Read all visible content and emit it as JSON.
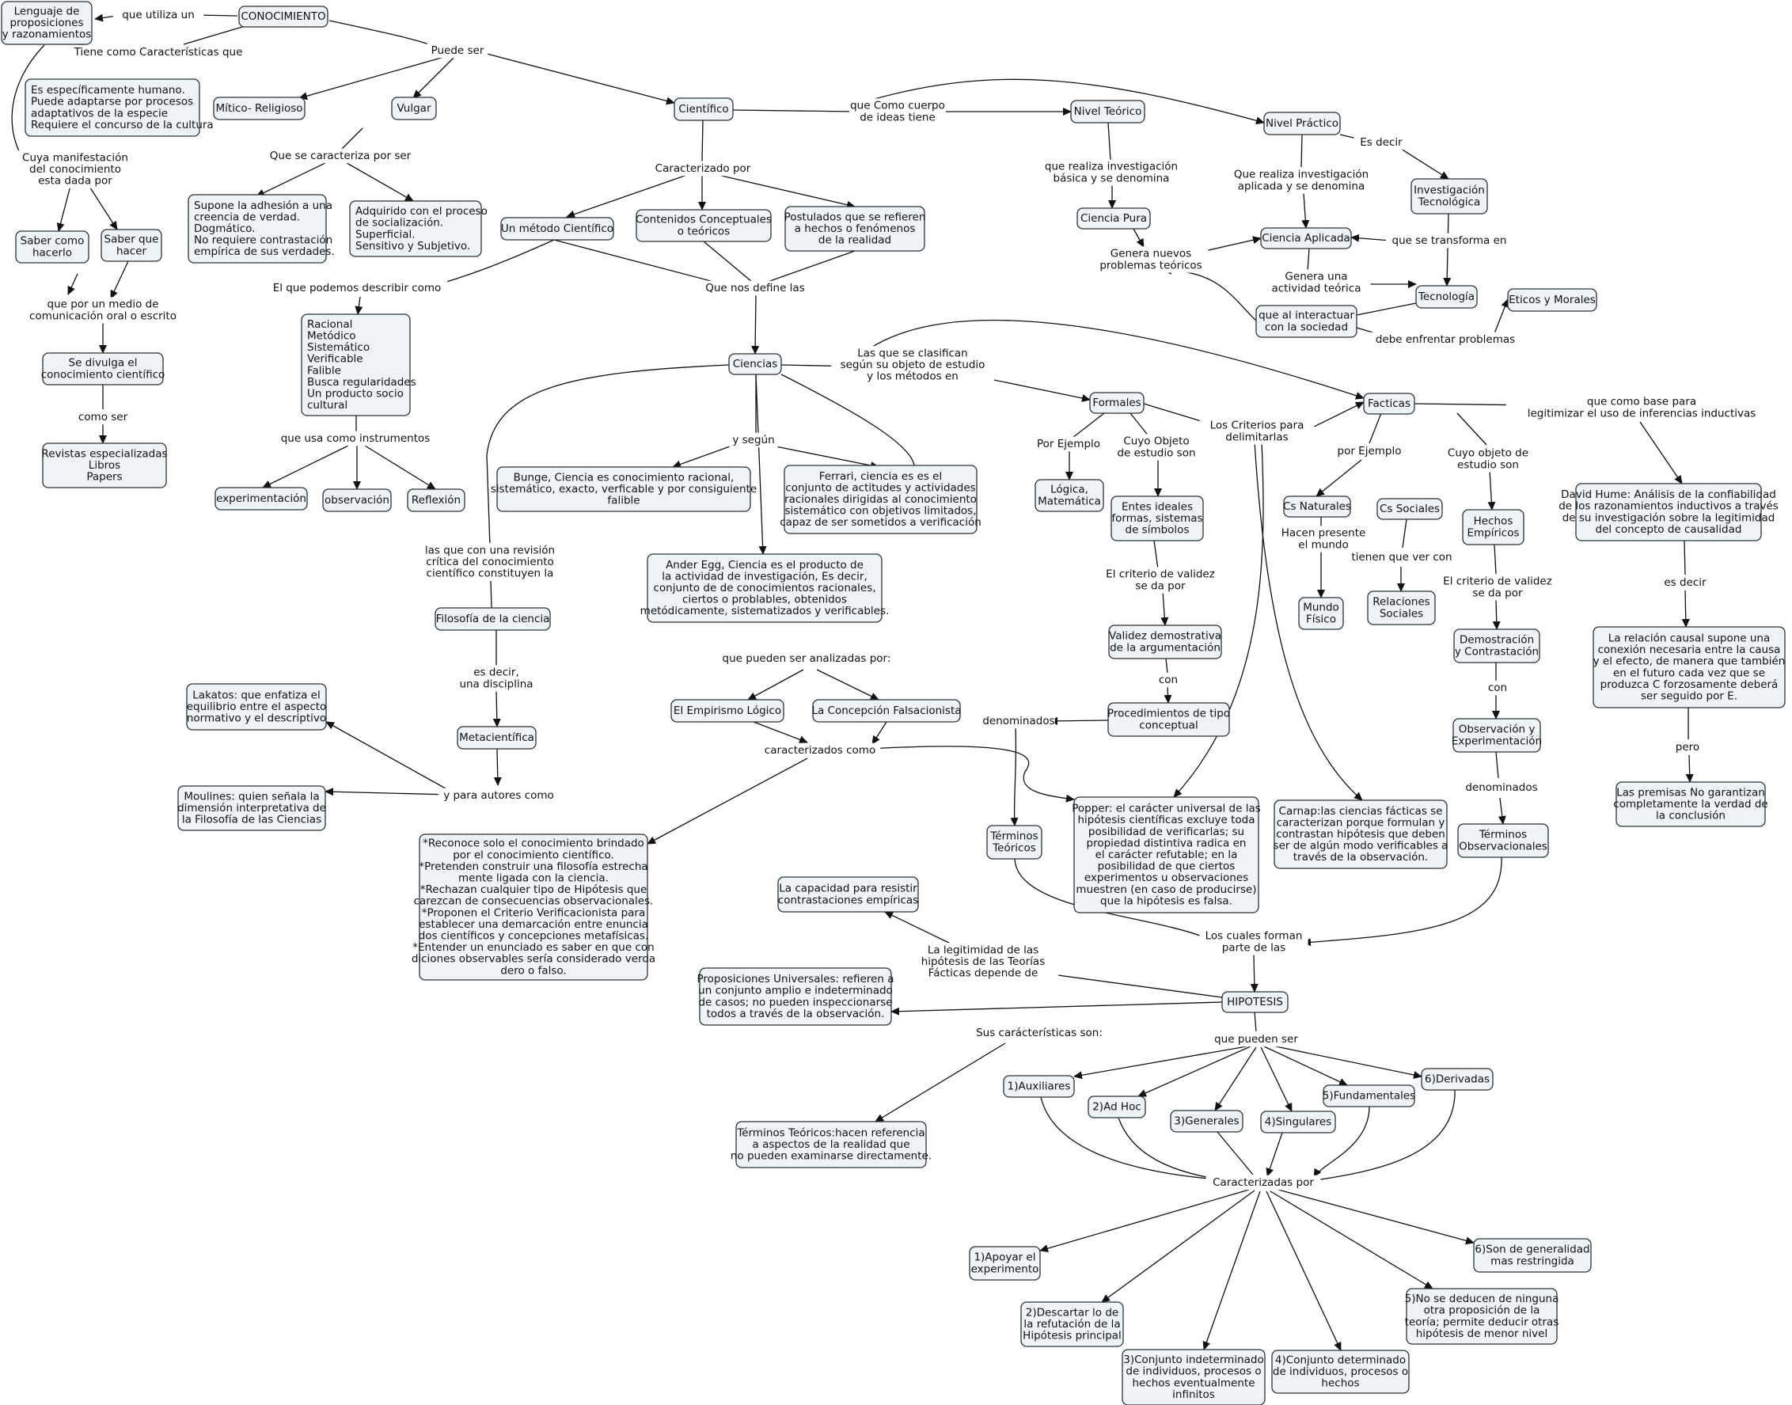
{
  "nodes": {
    "lenguaje": "Lenguaje de\nproposiciones\ny razonamientos",
    "conocimiento": "CONOCIMIENTO",
    "humano": "Es específicamente humano.\nPuede adaptarse por procesos\nadaptativos de la especie\nRequiere el concurso de la cultura",
    "mitico": "Mítico- Religioso",
    "vulgar": "Vulgar",
    "cientifico": "Científico",
    "nivel_teorico": "Nivel Teórico",
    "nivel_practico": "Nivel Práctico",
    "saber_como": "Saber como\nhacerlo",
    "saber_que": "Saber que\nhacer",
    "supone": "Supone la adhesión a una\ncreencia de verdad.\nDogmático.\nNo requiere contrastación\nempírica de sus verdades.",
    "adquirido": "Adquirido con el proceso\nde socialización.\nSuperficial.\nSensitivo y Subjetivo.",
    "metodo": "Un método Científico",
    "contenidos": "Contenidos Conceptuales\no teóricos",
    "postulados": "Postulados que se refieren\na hechos o fenómenos\nde la realidad",
    "ciencia_pura": "Ciencia Pura",
    "ciencia_aplicada": "Ciencia Aplicada",
    "investigacion_tec": "Investigación\nTecnológica",
    "tecnologia": "Tecnología",
    "eticos": "Eticos y Morales",
    "interactuar": "que al interactuar\ncon la sociedad",
    "divulga": "Se divulga el\nconocimiento científico",
    "revistas": "Revistas especializadas\nLibros\nPapers",
    "racional": "Racional\nMetódico\nSistemático\nVerificable\nFalible\nBusca regularidades\nUn producto socio\ncultural",
    "ciencias": "Ciencias",
    "formales": "Formales",
    "facticas": "Facticas",
    "experimentacion": "experimentación",
    "observacion": "observación",
    "reflexion": "Reflexión",
    "bunge": "Bunge, Ciencia es conocimiento racional,\nsistemático, exacto, verficable y por consiguiente\nfalible",
    "ferrari": "Ferrari, ciencia es es el\nconjunto de actitudes y actividades\nracionales dirigidas al conocimiento\nsistemático con objetivos limitados,\ncapaz de ser sometidos a verificación",
    "ander": "Ander Egg, Ciencia es el producto de\nla actividad de investigación, Es decir,\nconjunto de de conocimientos racionales,\nciertos o problables, obtenidos\nmetódicamente, sistematizados y verificables.",
    "logica": "Lógica,\nMatemática",
    "entes": "Entes ideales\nformas, sistemas\nde símbolos",
    "validez": "Validez demostrativa\nde la argumentación",
    "procedimientos": "Procedimientos de tipo\nconceptual",
    "cs_naturales": "Cs Naturales",
    "cs_sociales": "Cs Sociales",
    "mundo_fisico": "Mundo\nFísico",
    "relaciones_sociales": "Relaciones\nSociales",
    "hechos_empiricos": "Hechos\nEmpíricos",
    "demostracion": "Demostración\ny Contrastación",
    "observacion_exp": "Observación y\nExperimentación",
    "terminos_obs": "Términos\nObservacionales",
    "hume": "David Hume: Análisis de la confiabilidad\nde los razonamientos inductivos a través\nde su investigación sobre la legitimidad\ndel concepto de causalidad",
    "relacion_causal": "La relación causal supone una\nconexión necesaria entre la causa\ny el efecto, de manera  que también\nen el futuro cada vez que se\nproduzca C forzosamente deberá\nser seguido por E.",
    "premisas": "Las premisas No garantizan\ncompletamente la verdad de\nla conclusión",
    "filosofia": "Filosofía de la ciencia",
    "metacientifica": "Metacientífica",
    "lakatos": "Lakatos: que enfatiza el\nequilibrio entre el aspecto\nnormativo y el descriptivo",
    "moulines": "Moulines: quien señala la\ndimensión interpretativa de\nla Filosofía de las Ciencias",
    "empirismo": "El Empirismo Lógico",
    "falsacionista": "La Concepción Falsacionista",
    "reconoce": "*Reconoce solo el conocimiento  brindado\npor el conocimiento científico.\n*Pretenden construir una filosofía estrecha\nmente ligada con la ciencia.\n*Rechazan cualquier tipo de Hipótesis que\ncarezcan de consecuencias observacionales.\n*Proponen el Criterio Verificacionista para\nestablecer una demarcación entre enuncia\ndos científicos y concepciones metafísicas.\n*Entender un enunciado es saber en que con\ndiciones observables sería considerado verda\ndero o falso.",
    "terminos_teoricos": "Términos\nTeóricos",
    "popper": "Popper: el carácter universal de las\nhipótesis científicas excluye toda\nposibilidad de verificarlas; su\npropiedad distintiva radica en\nel carácter refutable; en la\nposibilidad de que  ciertos\nexperimentos u observaciones\nmuestren (en caso de producirse)\nque la hipótesis es falsa.",
    "carnap": "Carnap:las ciencias fácticas se\ncaracterizan porque formulan y\ncontrastan hipótesis que deben\nser de algún modo verificables a\ntravés de la observación.",
    "capacidad": "La capacidad para resistir\ncontrastaciones empíricas",
    "proposiciones": "Proposiciones Universales: refieren a\nun conjunto amplio e indeterminado\nde casos; no pueden inspeccionarse\ntodos a través de la observación.",
    "hipotesis": "HIPOTESIS",
    "terminos_teoricos_def": "Términos Teóricos:hacen referencia\na aspectos de la realidad que\nno pueden examinarse directamente.",
    "auxiliares": "1)Auxiliares",
    "adhoc": "2)Ad Hoc",
    "generales": "3)Generales",
    "singulares": "4)Singulares",
    "fundamentales": "5)Fundamentales",
    "derivadas": "6)Derivadas",
    "apoyar": "1)Apoyar el\nexperimento",
    "descartar": "2)Descartar lo de\nla refutación de la\nHipótesis principal",
    "conjunto_indet": "3)Conjunto indeterminado\nde individuos, procesos o\nhechos eventualmente\ninfinitos",
    "conjunto_det": "4)Conjunto determinado\nde individuos, procesos o\nhechos",
    "no_deducen": "5)No se deducen de ninguna\notra proposición de la\nteoría; permite deducir otras\nhipótesis de menor nivel",
    "son_generalidad": "6)Son de generalidad\nmas restringida"
  },
  "labels": {
    "utiliza": "que utiliza un",
    "caracteristicas": "Tiene como Características que",
    "puede_ser": "Puede ser",
    "cuyo_manif": "Cuya manifestación\ndel conocimiento\nesta dada por",
    "se_caracteriza": "Que se caracteriza por ser",
    "cuerpo": "que Como cuerpo\nde ideas tiene",
    "caracterizado_por": "Caracterizado por",
    "investigacion_basica": "que realiza investigación\nbásica y se denomina",
    "investigacion_aplicada": "Que realiza investigación\naplicada y se denomina",
    "es_decir_1": "Es decir",
    "transforma": "que se transforma en",
    "nuevos_problemas": "Genera nuevos\nproblemas teóricos",
    "actividad_teorica": "Genera una\nactividad teórica",
    "enfrentar": "debe enfrentar problemas",
    "medio": "que por un medio de\ncomunicación oral o escrito",
    "como_ser": "como ser",
    "describir": "El que podemos describir como",
    "define": "Que nos define las",
    "clasifican": "Las que se clasifican\nsegún su objeto de estudio\ny los métodos en",
    "instrumentos": "que usa como instrumentos",
    "y_segun": "y según",
    "base": "que como base para\nlegitimizar el uso de inferencias inductivas",
    "por_ejemplo_1": "Por Ejemplo",
    "cuyo_objeto_1": "Cuyo Objeto\nde estudio son",
    "criterios": "Los Criterios para\ndelimitarlas",
    "por_ejemplo_2": "por Ejemplo",
    "cuyo_objeto_2": "Cuyo objeto de\nestudio son",
    "revision": "las que con una revisión\ncrítica del conocimiento\ncientífico constituyen la",
    "criterio_validez_1": "El criterio de validez\nse da por",
    "hacen_presente": "Hacen presente\nel mundo",
    "tienen_ver": "tienen que ver con",
    "criterio_validez_2": "El criterio de validez\nse da por",
    "es_decir_2": "es decir",
    "es_decir_disciplina": "es decir,\nuna disciplina",
    "analizadas": "que pueden ser analizadas por:",
    "con_1": "con",
    "con_2": "con",
    "denominados_1": "denominados",
    "pero": "pero",
    "caracterizados": "caracterizados como",
    "autores": "y para autores como",
    "denominados_2": "denominados",
    "forman": "Los cuales forman\nparte de las",
    "legitimidad": "La legitimidad de las\nhipótesis de las Teorías\nFácticas depende de",
    "sus_caracteristicas": "Sus carácterísticas son:",
    "pueden_ser": "que pueden ser",
    "caracterizadas": "Caracterizadas por"
  }
}
